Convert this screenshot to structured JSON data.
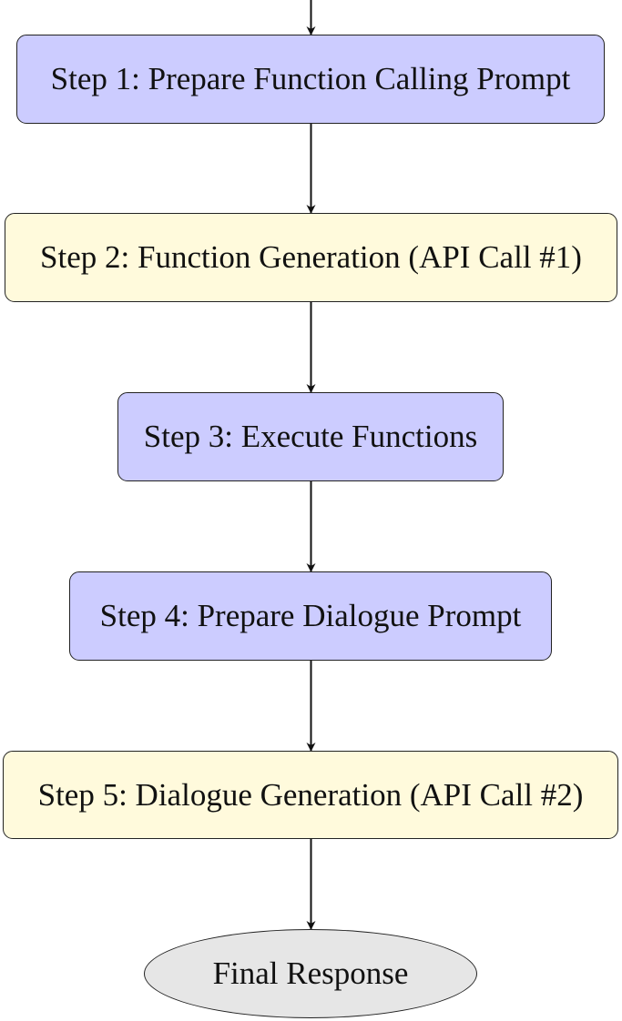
{
  "diagram": {
    "nodes": [
      {
        "id": "step1",
        "label": "Step 1: Prepare Function Calling Prompt",
        "shape": "rounded-rect",
        "fill": "#ccccff"
      },
      {
        "id": "step2",
        "label": "Step 2: Function Generation (API Call #1)",
        "shape": "rounded-rect",
        "fill": "#fffadc"
      },
      {
        "id": "step3",
        "label": "Step 3: Execute Functions",
        "shape": "rounded-rect",
        "fill": "#ccccff"
      },
      {
        "id": "step4",
        "label": "Step 4: Prepare Dialogue Prompt",
        "shape": "rounded-rect",
        "fill": "#ccccff"
      },
      {
        "id": "step5",
        "label": "Step 5: Dialogue Generation (API Call #2)",
        "shape": "rounded-rect",
        "fill": "#fffadc"
      },
      {
        "id": "final",
        "label": "Final Response",
        "shape": "ellipse",
        "fill": "#e6e6e6"
      }
    ],
    "edges": [
      {
        "from": "",
        "to": "step1"
      },
      {
        "from": "step1",
        "to": "step2"
      },
      {
        "from": "step2",
        "to": "step3"
      },
      {
        "from": "step3",
        "to": "step4"
      },
      {
        "from": "step4",
        "to": "step5"
      },
      {
        "from": "step5",
        "to": "final"
      }
    ]
  }
}
